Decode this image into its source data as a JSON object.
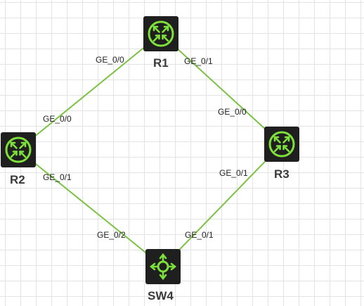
{
  "colors": {
    "link": "#7cc242",
    "device_body": "#1f1f1f",
    "device_icon": "#7ee03a",
    "label": "#3a3a3a",
    "grid": "#e3e3e3"
  },
  "nodes": [
    {
      "id": "R1",
      "label": "R1",
      "kind": "router",
      "icon": "router-icon"
    },
    {
      "id": "R2",
      "label": "R2",
      "kind": "router",
      "icon": "router-icon"
    },
    {
      "id": "R3",
      "label": "R3",
      "kind": "router",
      "icon": "router-icon"
    },
    {
      "id": "SW4",
      "label": "SW4",
      "kind": "switch",
      "icon": "switch-icon"
    }
  ],
  "links": [
    {
      "a": "R1",
      "b": "R2",
      "a_port": "GE_0/0",
      "b_port": "GE_0/0"
    },
    {
      "a": "R1",
      "b": "R3",
      "a_port": "GE_0/1",
      "b_port": "GE_0/0"
    },
    {
      "a": "R2",
      "b": "SW4",
      "a_port": "GE_0/1",
      "b_port": "GE_0/2"
    },
    {
      "a": "R3",
      "b": "SW4",
      "a_port": "GE_0/1",
      "b_port": "GE_0/1"
    }
  ]
}
